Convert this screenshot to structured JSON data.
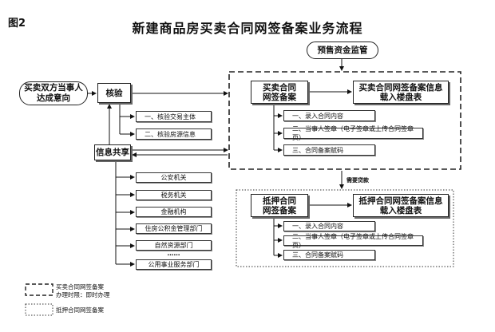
{
  "figure_label": "图2",
  "title": "新建商品房买卖合同网签备案业务流程",
  "nodes": {
    "presale": "预售资金监管",
    "parties": "买卖双方当事人\n达成意向",
    "verify": "核验",
    "verify_sub": [
      "一、核验交易主体",
      "二、核验房源信息"
    ],
    "info_share": "信息共享",
    "share_items": [
      "公安机关",
      "税务机关",
      "金融机构",
      "住房公积金管理部门",
      "自然资源部门",
      "……",
      "公用事业服务部门"
    ],
    "sale_contract": "买卖合同\n网签备案",
    "sale_upload": "买卖合同网签备案信息\n载入楼盘表",
    "sale_steps": [
      "一、录入合同内容",
      "二、当事人签章（电子签章或上传合同签章页）",
      "三、合同备案赋码"
    ],
    "loan_note": "需要贷款",
    "mortgage_contract": "抵押合同\n网签备案",
    "mortgage_upload": "抵押合同网签备案信息\n载入楼盘表",
    "mortgage_steps": [
      "一、录入合同内容",
      "二、当事人签章（电子签章或上传合同签章页）",
      "三、合同备案赋码"
    ]
  },
  "legend": {
    "dashed_line1": "买卖合同网签备案",
    "dashed_line2": "办理时限：即时办理",
    "dotted": "抵押合同网签备案"
  }
}
